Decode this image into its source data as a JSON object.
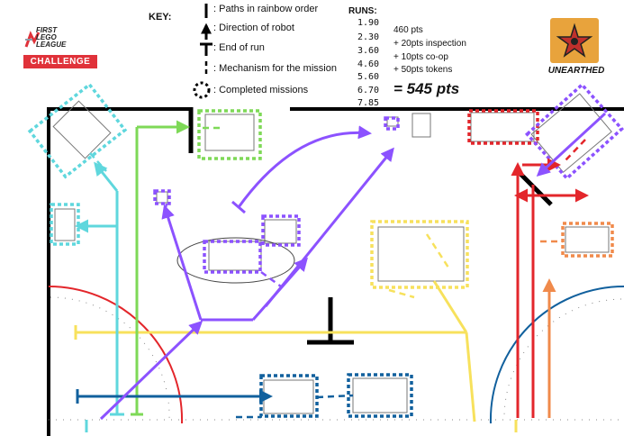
{
  "logo_left": {
    "text_lines": [
      "FIRST",
      "LEGO",
      "LEAGUE"
    ],
    "badge": "CHALLENGE",
    "icon": "fll-logo-icon"
  },
  "logo_right": {
    "text": "UNEARTHED",
    "icon": "unearthed-emblem-icon"
  },
  "key": {
    "title": "KEY:",
    "items": [
      {
        "symbol": "vertical-line-icon",
        "label": ": Paths in rainbow order"
      },
      {
        "symbol": "arrow-up-icon",
        "label": ": Direction of robot"
      },
      {
        "symbol": "end-bar-icon",
        "label": ": End of run"
      },
      {
        "symbol": "dashed-line-icon",
        "label": ": Mechanism for the mission"
      },
      {
        "symbol": "dotted-circle-icon",
        "label": ": Completed missions"
      }
    ]
  },
  "runs": {
    "title": "RUNS:",
    "items": [
      "1.90",
      "2.30",
      "3.60",
      "4.60",
      "5.60",
      "6.70",
      "7.85"
    ]
  },
  "score": {
    "lines": [
      "460 pts",
      "+ 20pts inspection",
      "+ 10pts co-op",
      "+ 50pts tokens"
    ],
    "total": "= 545 pts"
  },
  "colors": {
    "red": "#e3262b",
    "orange": "#f08a4b",
    "yellow": "#f7e15c",
    "green": "#7ed957",
    "cyan": "#5fd7dd",
    "blue": "#11609d",
    "purple": "#8c52ff",
    "black": "#000000",
    "field_border": "#000000"
  }
}
